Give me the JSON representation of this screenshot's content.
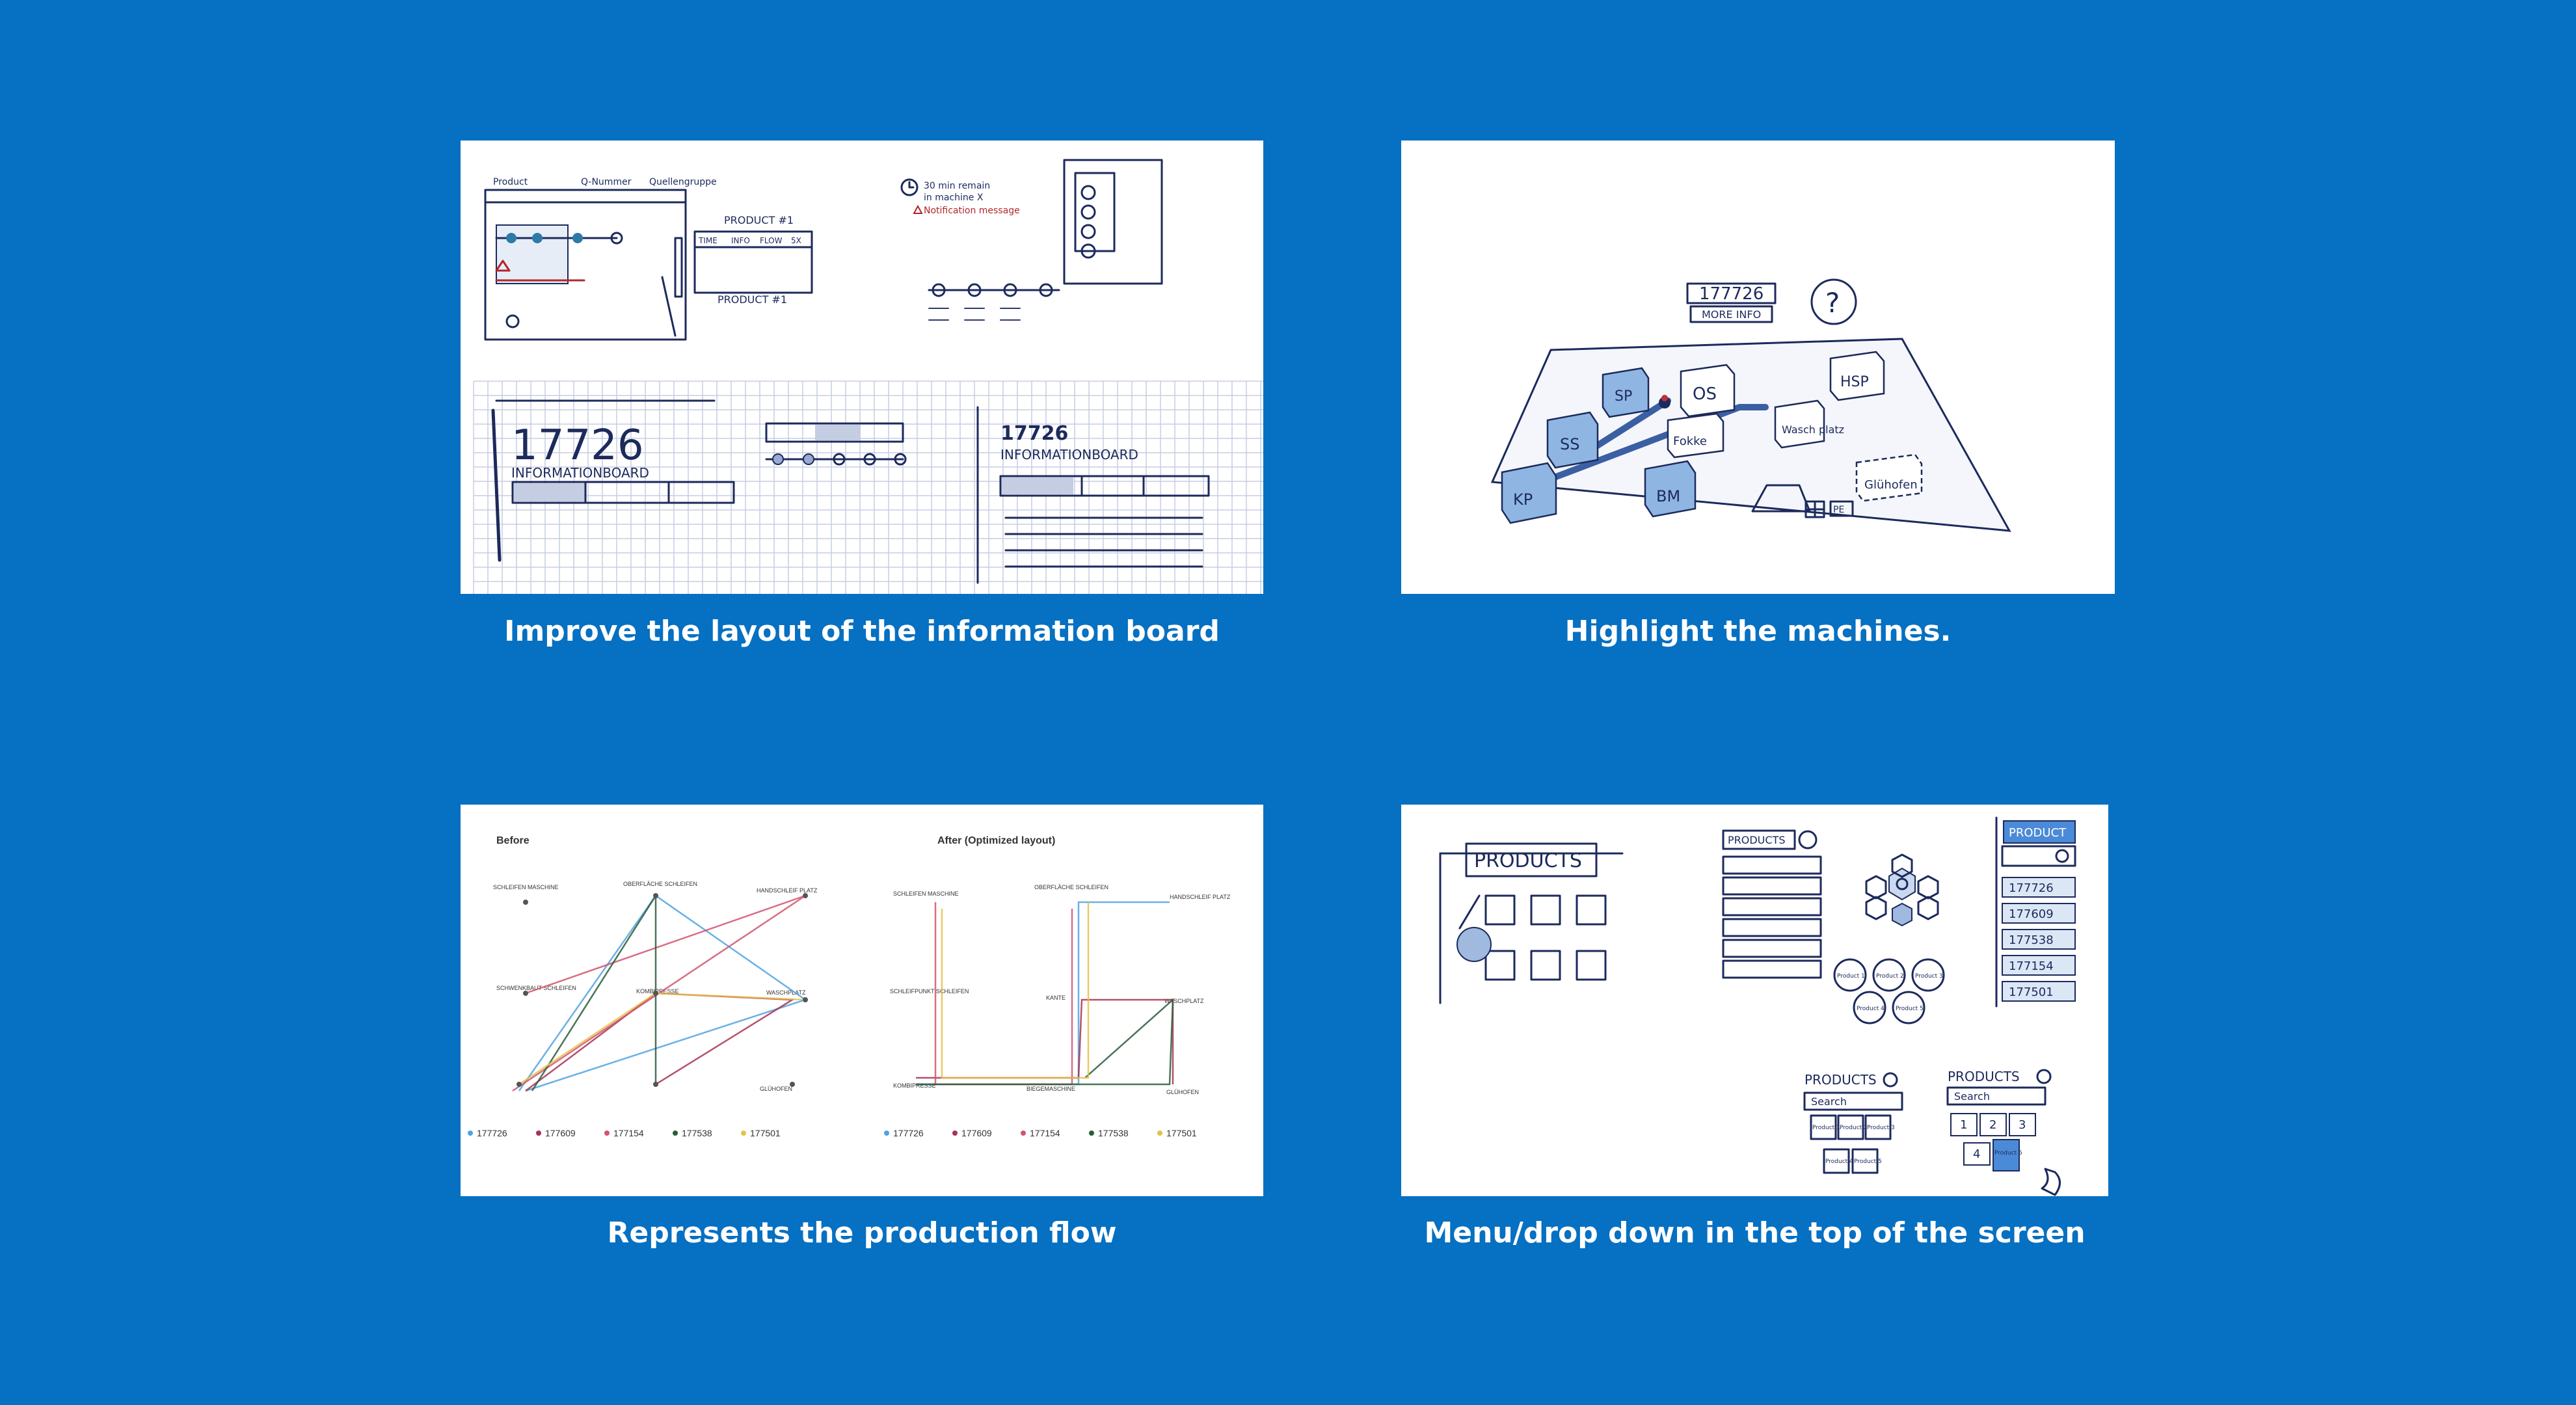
{
  "panels": [
    {
      "caption": "Improve the layout of the information board",
      "sketch": {
        "top_labels": [
          "Product",
          "Q-Nummer",
          "Quellengruppe"
        ],
        "product_label_1": "PRODUCT #1",
        "product_label_2": "PRODUCT #1",
        "flow_headers": [
          "TIME",
          "INFO",
          "FLOW",
          "5X"
        ],
        "notif_line1": "30 min remain",
        "notif_line2": "in machine X",
        "notif_line3": "Notification message",
        "board_number_1": "17726",
        "board_title_1": "INFORMATIONBOARD",
        "board_number_2": "17726",
        "board_title_2": "INFORMATIONBOARD"
      }
    },
    {
      "caption": "Highlight the machines.",
      "sketch": {
        "order_number": "177726",
        "more_info": "MORE INFO",
        "help": "?",
        "machines": [
          "SP",
          "OS",
          "HSP",
          "SS",
          "Fokke",
          "Wasch platz",
          "KP",
          "BM",
          "Glühofen",
          "PE"
        ]
      }
    },
    {
      "caption": "Represents the production flow",
      "chart_before_title": "Before",
      "chart_after_title": "After (Optimized layout)",
      "legend": [
        "177726",
        "177609",
        "177154",
        "177538",
        "177501"
      ],
      "legend_colors": [
        "#4fa3e0",
        "#a8324f",
        "#d0556f",
        "#2b5c3a",
        "#e6c14a"
      ],
      "node_labels_before": [
        "SCHLEIFEN MASCHINE",
        "OBERFLÄCHE SCHLEIFEN",
        "HANDSCHLEIF PLATZ",
        "SCHWENKBAUT SCHLEIFEN",
        "KOMBIPRESSE",
        "WASCHPLATZ",
        "GLÜHOFEN"
      ],
      "node_labels_after": [
        "SCHLEIFEN MASCHINE",
        "OBERFLÄCHE SCHLEIFEN",
        "HANDSCHLEIF PLATZ",
        "SCHLEIFPUNKT SCHLEIFEN",
        "KANTE",
        "WASCHPLATZ",
        "KOMBIPRESSE",
        "BIEGEMASCHINE",
        "GLÜHOFEN"
      ]
    },
    {
      "caption": "Menu/drop down in the top of the screen",
      "sketch": {
        "products_big": "PRODUCTS",
        "products_small": "PRODUCTS",
        "dropdown_header": "PRODUCT",
        "dropdown_items": [
          "177726",
          "177609",
          "177538",
          "177154",
          "177501"
        ],
        "search_label": "Search",
        "products_help_1": "PRODUCTS",
        "products_help_2": "PRODUCTS",
        "product_buttons_1": [
          "Product 1",
          "Product 2",
          "Product 3",
          "Product 4",
          "Product 5"
        ],
        "product_buttons_2": [
          "1",
          "2",
          "3",
          "4",
          "Product 5"
        ],
        "circle_products": [
          "Product 1",
          "Product 2",
          "Product 3",
          "Product 4",
          "Product 5"
        ]
      }
    }
  ],
  "colors": {
    "background": "#0670c2",
    "ink": "#1c2a5c",
    "highlight_blue": "#5a8fd0",
    "red_note": "#b3262b"
  }
}
